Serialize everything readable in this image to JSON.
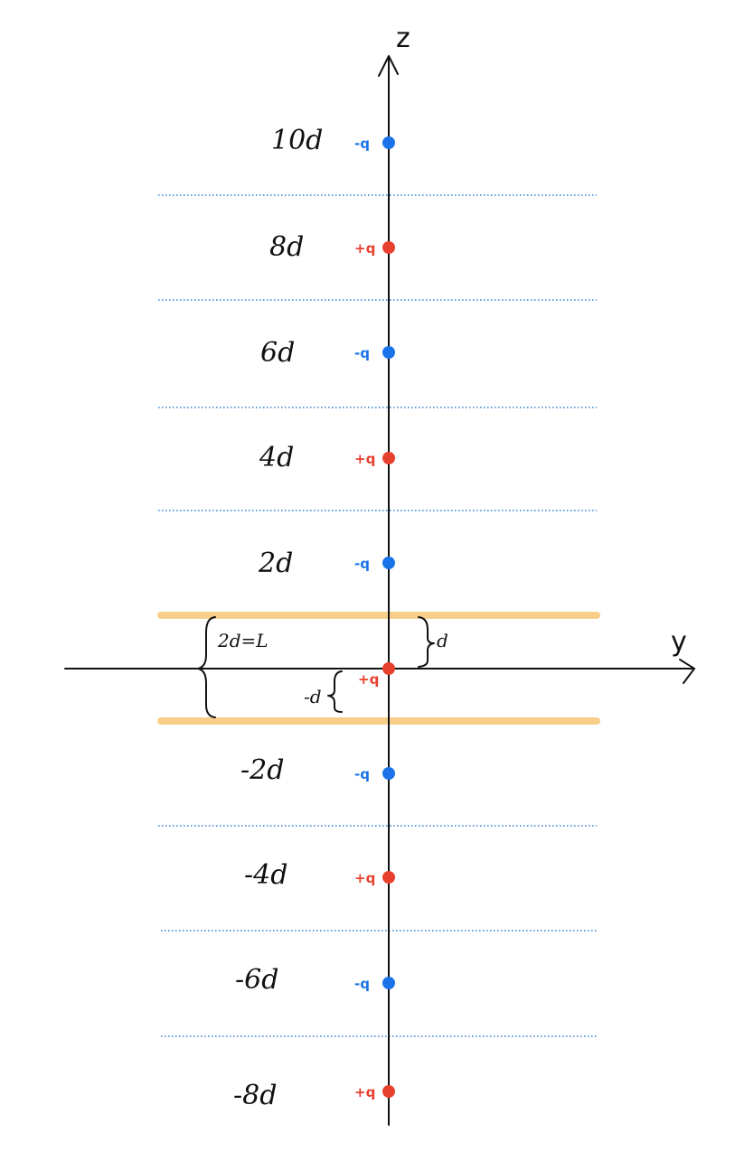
{
  "axes": {
    "vertical_label": "z",
    "horizontal_label": "y"
  },
  "colors": {
    "positive": "#e8402e",
    "negative": "#1a73e8",
    "dotted_line": "#2b7fd4",
    "boundary": "#f7cf8a",
    "ink": "#111111"
  },
  "charges": [
    {
      "position": "10d",
      "charge": "-q",
      "sign": "negative"
    },
    {
      "position": "8d",
      "charge": "+q",
      "sign": "positive"
    },
    {
      "position": "6d",
      "charge": "-q",
      "sign": "negative"
    },
    {
      "position": "4d",
      "charge": "+q",
      "sign": "positive"
    },
    {
      "position": "2d",
      "charge": "-q",
      "sign": "negative"
    },
    {
      "position": "",
      "charge": "+q",
      "sign": "positive"
    },
    {
      "position": "-2d",
      "charge": "-q",
      "sign": "negative"
    },
    {
      "position": "-4d",
      "charge": "+q",
      "sign": "positive"
    },
    {
      "position": "-6d",
      "charge": "-q",
      "sign": "negative"
    },
    {
      "position": "-8d",
      "charge": "+q",
      "sign": "positive"
    }
  ],
  "annotations": {
    "width": "2d=L",
    "upper_half": "d",
    "lower_half": "-d"
  }
}
